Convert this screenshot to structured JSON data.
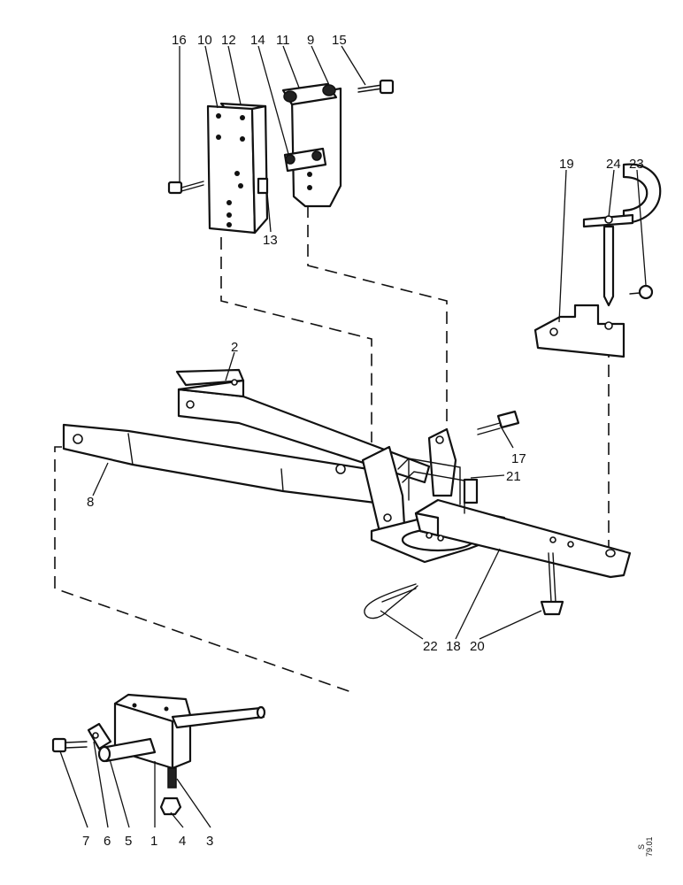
{
  "diagram": {
    "callouts": [
      {
        "id": "1",
        "label": "1"
      },
      {
        "id": "2",
        "label": "2"
      },
      {
        "id": "3",
        "label": "3"
      },
      {
        "id": "4",
        "label": "4"
      },
      {
        "id": "5",
        "label": "5"
      },
      {
        "id": "6",
        "label": "6"
      },
      {
        "id": "7",
        "label": "7"
      },
      {
        "id": "8",
        "label": "8"
      },
      {
        "id": "9",
        "label": "9"
      },
      {
        "id": "10",
        "label": "10"
      },
      {
        "id": "11",
        "label": "11"
      },
      {
        "id": "12",
        "label": "12"
      },
      {
        "id": "13",
        "label": "13"
      },
      {
        "id": "14",
        "label": "14"
      },
      {
        "id": "15",
        "label": "15"
      },
      {
        "id": "16",
        "label": "16"
      },
      {
        "id": "17",
        "label": "17"
      },
      {
        "id": "18",
        "label": "18"
      },
      {
        "id": "19",
        "label": "19"
      },
      {
        "id": "20",
        "label": "20"
      },
      {
        "id": "21",
        "label": "21"
      },
      {
        "id": "22",
        "label": "22"
      },
      {
        "id": "23",
        "label": "23"
      },
      {
        "id": "24",
        "label": "24"
      }
    ],
    "stamp": {
      "line1": "S",
      "line2": "79.01"
    }
  }
}
